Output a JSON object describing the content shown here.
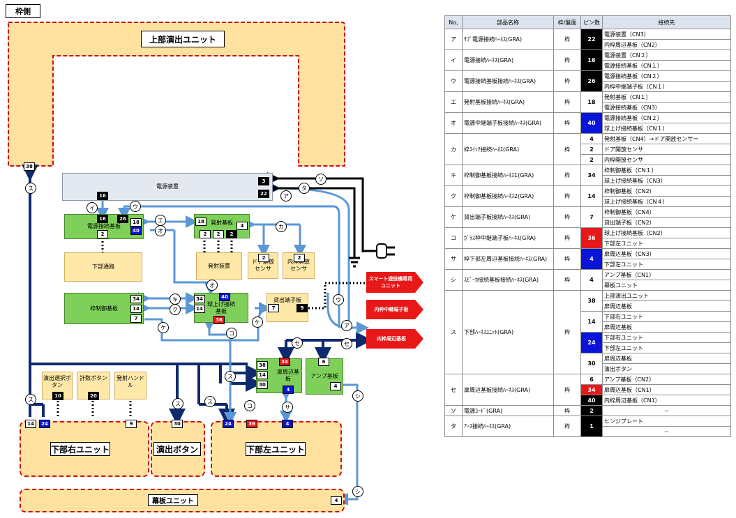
{
  "page_title": "枠側",
  "units": {
    "upper": "上部演出ユニット",
    "lower_right": "下部右ユニット",
    "effect_button": "演出ボタン",
    "lower_left": "下部左ユニット",
    "curtain_plate": "幕板ユニット"
  },
  "boards": {
    "power_supply": "電源装置",
    "power_relay": "電源接続基板",
    "lower_passage": "下部通路",
    "launch": "発射基板",
    "launch_device": "発射装置",
    "door_sensor": "ドア解放センサ",
    "inner_frame_sensor": "内枠解放センサ",
    "frame_control": "枠制御基板",
    "ball_lift": "球上げ接続基板",
    "rental_terminal": "貸出端子板",
    "frame_periphery": "扉周辺基板",
    "amp": "アンプ基板",
    "effect_select": "演出選択ボタン",
    "count_button": "計数ボタン",
    "launch_handle": "発射ハンドル"
  },
  "external": {
    "smart": "スマート遊技機専用ユニット",
    "inner_relay": "内枠中継端子板",
    "inner_periphery": "内枠周辺基板"
  },
  "pins": {
    "upper_38": "38",
    "psu_3": "3",
    "psu_22": "22",
    "psu_16": "16",
    "relay_16": "16",
    "relay_26": "26",
    "relay_18": "18",
    "relay_40": "40",
    "relay_2": "2",
    "launch_18": "18",
    "launch_4": "4",
    "launch_2a": "2",
    "launch_2b": "2",
    "launch_2c": "2",
    "door_2": "2",
    "inner_2": "2",
    "fc_34": "34",
    "fc_14": "14",
    "fc_7": "7",
    "bl_34": "34",
    "bl_14": "14",
    "bl_40": "40",
    "bl_36": "36",
    "rent_7": "7",
    "rent_9": "9",
    "fp_38": "38",
    "fp_14": "14",
    "fp_30": "30",
    "fp_34": "34",
    "fp_4": "4",
    "amp_6": "6",
    "amp_4": "4",
    "es_10": "10",
    "cb_20": "20",
    "lh_9": "9",
    "lr_14": "14",
    "lr_24": "24",
    "lr_9": "9",
    "eb_30": "30",
    "ll_24": "24",
    "ll_36": "36",
    "ll_4": "4",
    "cp_4": "4"
  },
  "markers": {
    "a": "ア",
    "i": "イ",
    "u": "ウ",
    "e": "エ",
    "o": "オ",
    "ka": "カ",
    "ki": "キ",
    "ku": "ク",
    "ke": "ケ",
    "ko": "コ",
    "sa": "サ",
    "shi": "シ",
    "su": "ス",
    "se": "セ",
    "so": "ソ",
    "ta": "タ"
  },
  "table": {
    "headers": [
      "No,",
      "部品名称",
      "枠/盤面",
      "ピン数",
      "接続先"
    ],
    "rows": [
      {
        "no": "ア",
        "name": "ｻﾌﾞ電源接続ﾊｰﾈｽ(GRA)",
        "side": "枠",
        "pins": [
          {
            "n": "22",
            "c": "black",
            "dest": [
              "電源装置（CN3）",
              "内枠周辺基板（CN2）"
            ]
          }
        ]
      },
      {
        "no": "イ",
        "name": "電源接続ﾊｰﾈｽ(GRA)",
        "side": "枠",
        "pins": [
          {
            "n": "16",
            "c": "black",
            "dest": [
              "電源装置（CN２）",
              "電源接続基板（CN１）"
            ]
          }
        ]
      },
      {
        "no": "ウ",
        "name": "電源接続基板接続ﾊｰﾈｽ(GRA)",
        "side": "枠",
        "pins": [
          {
            "n": "26",
            "c": "black",
            "dest": [
              "電源接続基板（CN２）",
              "内枠中継端子板（CN１）"
            ]
          }
        ]
      },
      {
        "no": "エ",
        "name": "発射基板接続ﾊｰﾈｽ(GRA)",
        "side": "枠",
        "pins": [
          {
            "n": "18",
            "c": "",
            "dest": [
              "発射基板（CN１）",
              "電源接続基板（CN3）"
            ]
          }
        ]
      },
      {
        "no": "オ",
        "name": "電源中継端子板接続ﾊｰﾈｽ(GRA)",
        "side": "枠",
        "pins": [
          {
            "n": "40",
            "c": "blue",
            "dest": [
              "電源接続基板（CN２）",
              "球上げ接続基板（CN１）"
            ]
          }
        ]
      },
      {
        "no": "カ",
        "name": "枠ｽｲｯﾁ接続ﾊｰﾈｽ(GRA)",
        "side": "枠",
        "pins": [
          {
            "n": "4",
            "c": "",
            "dest": [
              "発射基板（CN4）→ドア開放センサー"
            ]
          },
          {
            "n": "2",
            "c": "",
            "dest": [
              "ドア開放センサ"
            ]
          },
          {
            "n": "2",
            "c": "",
            "dest": [
              "内枠開放センサ"
            ]
          }
        ]
      },
      {
        "no": "キ",
        "name": "枠制御基板接続ﾊｰﾈｽ1(GRA)",
        "side": "枠",
        "pins": [
          {
            "n": "34",
            "c": "",
            "dest": [
              "枠制御基板（CN１）",
              "球上げ接続基板（CN3）"
            ]
          }
        ]
      },
      {
        "no": "ク",
        "name": "枠制御基板接続ﾊｰﾈｽ2(GRA)",
        "side": "枠",
        "pins": [
          {
            "n": "14",
            "c": "",
            "dest": [
              "枠制御基板（CN2）",
              "球上げ接続基板（CN４）"
            ]
          }
        ]
      },
      {
        "no": "ケ",
        "name": "貸出端子板接続ﾊｰﾈｽ(GRA)",
        "side": "枠",
        "pins": [
          {
            "n": "7",
            "c": "",
            "dest": [
              "枠制御基板（CN4）",
              "貸出端子板（CN2）"
            ]
          }
        ]
      },
      {
        "no": "コ",
        "name": "ｶﾞﾗｽ枠中継端子板ﾊｰﾈｽ(GRA)",
        "side": "枠",
        "pins": [
          {
            "n": "36",
            "c": "red",
            "dest": [
              "球上げ接続基板（CN2）",
              "下部左ユニット"
            ]
          }
        ]
      },
      {
        "no": "サ",
        "name": "枠下部左周辺基板接続ﾊｰﾈｽ(GRA)",
        "side": "枠",
        "pins": [
          {
            "n": "4",
            "c": "blue",
            "dest": [
              "扉周辺基板（CN3）",
              "下部左ユニット"
            ]
          }
        ]
      },
      {
        "no": "シ",
        "name": "ｽﾋﾟｰｶ接続基板接続ﾊｰﾈｽ(GRA)",
        "side": "枠",
        "pins": [
          {
            "n": "4",
            "c": "",
            "dest": [
              "アンプ基板（CN1）",
              "幕板ユニット"
            ]
          }
        ]
      },
      {
        "no": "ス",
        "name": "下部ﾊｰﾈｽﾕﾆｯﾄ(GRA)",
        "side": "枠",
        "pins": [
          {
            "n": "38",
            "c": "",
            "dest": [
              "上部演出ユニット",
              "扉周辺基板"
            ]
          },
          {
            "n": "14",
            "c": "",
            "dest": [
              "下部右ユニット",
              "扉周辺基板"
            ]
          },
          {
            "n": "24",
            "c": "blue",
            "dest": [
              "下部右ユニット",
              "下部左ユニット"
            ]
          },
          {
            "n": "30",
            "c": "",
            "dest": [
              "扉周辺基板",
              "演出ボタン"
            ]
          }
        ]
      },
      {
        "no": "セ",
        "name": "扉周辺基板接続ﾊｰﾈｽ(GRA)",
        "side": "枠",
        "pins": [
          {
            "n": "6",
            "c": "",
            "dest": [
              "アンプ基板（CN2）"
            ]
          },
          {
            "n": "34",
            "c": "red",
            "dest": [
              "扉周辺基板（CN1）"
            ]
          },
          {
            "n": "40",
            "c": "black",
            "dest": [
              "内枠周辺基板（CN1）"
            ]
          }
        ]
      },
      {
        "no": "ソ",
        "name": "電源ｺｰﾄﾞ(GRA)",
        "side": "枠",
        "pins": [
          {
            "n": "2",
            "c": "black",
            "dest": [
              "－"
            ]
          }
        ]
      },
      {
        "no": "タ",
        "name": "ｱｰｽ接続ﾊｰﾈｽ(GRA)",
        "side": "枠",
        "pins": [
          {
            "n": "1",
            "c": "black",
            "dest": [
              "ヒンジプレート",
              "－"
            ]
          }
        ]
      }
    ]
  }
}
